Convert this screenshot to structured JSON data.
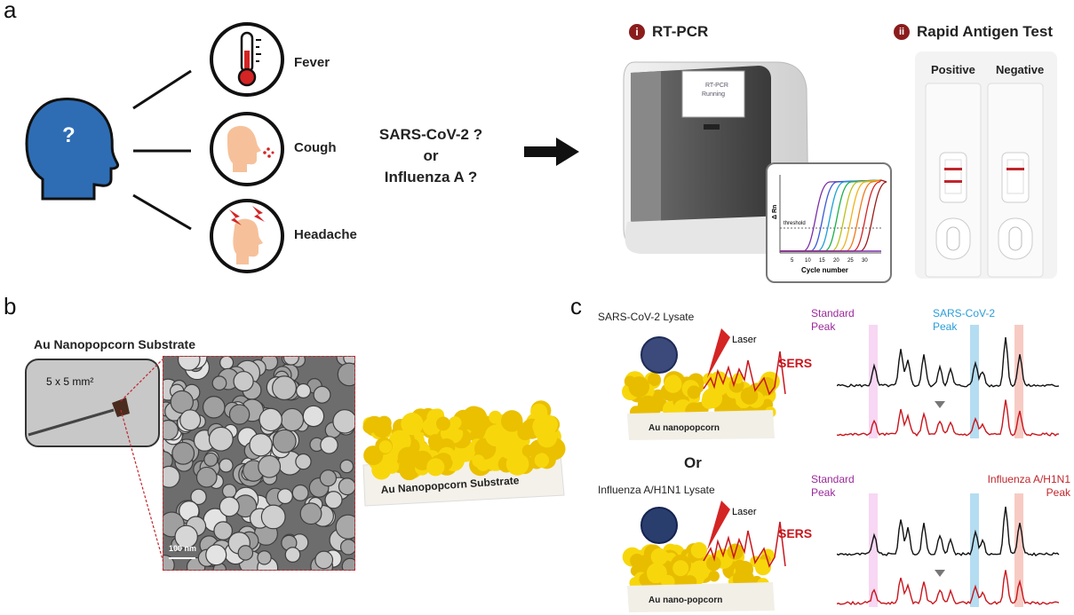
{
  "panel_a": {
    "letter": "a",
    "symptoms": [
      {
        "label": "Fever",
        "icon": "thermometer-icon"
      },
      {
        "label": "Cough",
        "icon": "cough-face-icon"
      },
      {
        "label": "Headache",
        "icon": "headache-icon"
      }
    ],
    "head_mark": "?",
    "question_line1": "SARS-CoV-2 ?",
    "question_line2": "or",
    "question_line3": "Influenza A ?",
    "rtpcr": {
      "badge": "i",
      "title": "RT-PCR",
      "screen_line1": "RT-PCR",
      "screen_line2": "Running",
      "plot_ylabel": "Δ Rn",
      "plot_threshold": "threshold",
      "plot_xlabel": "Cycle number",
      "plot_ticks": [
        "5",
        "10",
        "15",
        "20",
        "25",
        "30"
      ]
    },
    "antigen": {
      "badge": "ii",
      "title": "Rapid Antigen Test",
      "positive": "Positive",
      "negative": "Negative"
    }
  },
  "panel_b": {
    "letter": "b",
    "title": "Au Nanopopcorn Substrate",
    "chip_size": "5 x 5 mm²",
    "scale_bar": "100 nm",
    "substrate_label": "Au Nanopopcorn Substrate"
  },
  "panel_c": {
    "letter": "c",
    "top": {
      "lysate": "SARS-CoV-2 Lysate",
      "laser": "Laser",
      "sers": "SERS",
      "base": "Au nanopopcorn",
      "standard_peak_line1": "Standard",
      "standard_peak_line2": "Peak",
      "target_line1": "SARS-CoV-2",
      "target_line2": "Peak"
    },
    "or_text": "Or",
    "bottom": {
      "lysate": "Influenza A/H1N1 Lysate",
      "laser": "Laser",
      "sers": "SERS",
      "base": "Au nano-popcorn",
      "standard_peak_line1": "Standard",
      "standard_peak_line2": "Peak",
      "target_line1": "Influenza A/H1N1",
      "target_line2": "Peak"
    }
  },
  "colors": {
    "head_blue": "#2e6db4",
    "badge_red": "#8b1c1c",
    "standard_purple": "#9b2a9b",
    "target_blue": "#2a9ed8",
    "influenza_red": "#c0262d",
    "gold": "#f5d20a",
    "spectrum_red": "#c8161d"
  }
}
